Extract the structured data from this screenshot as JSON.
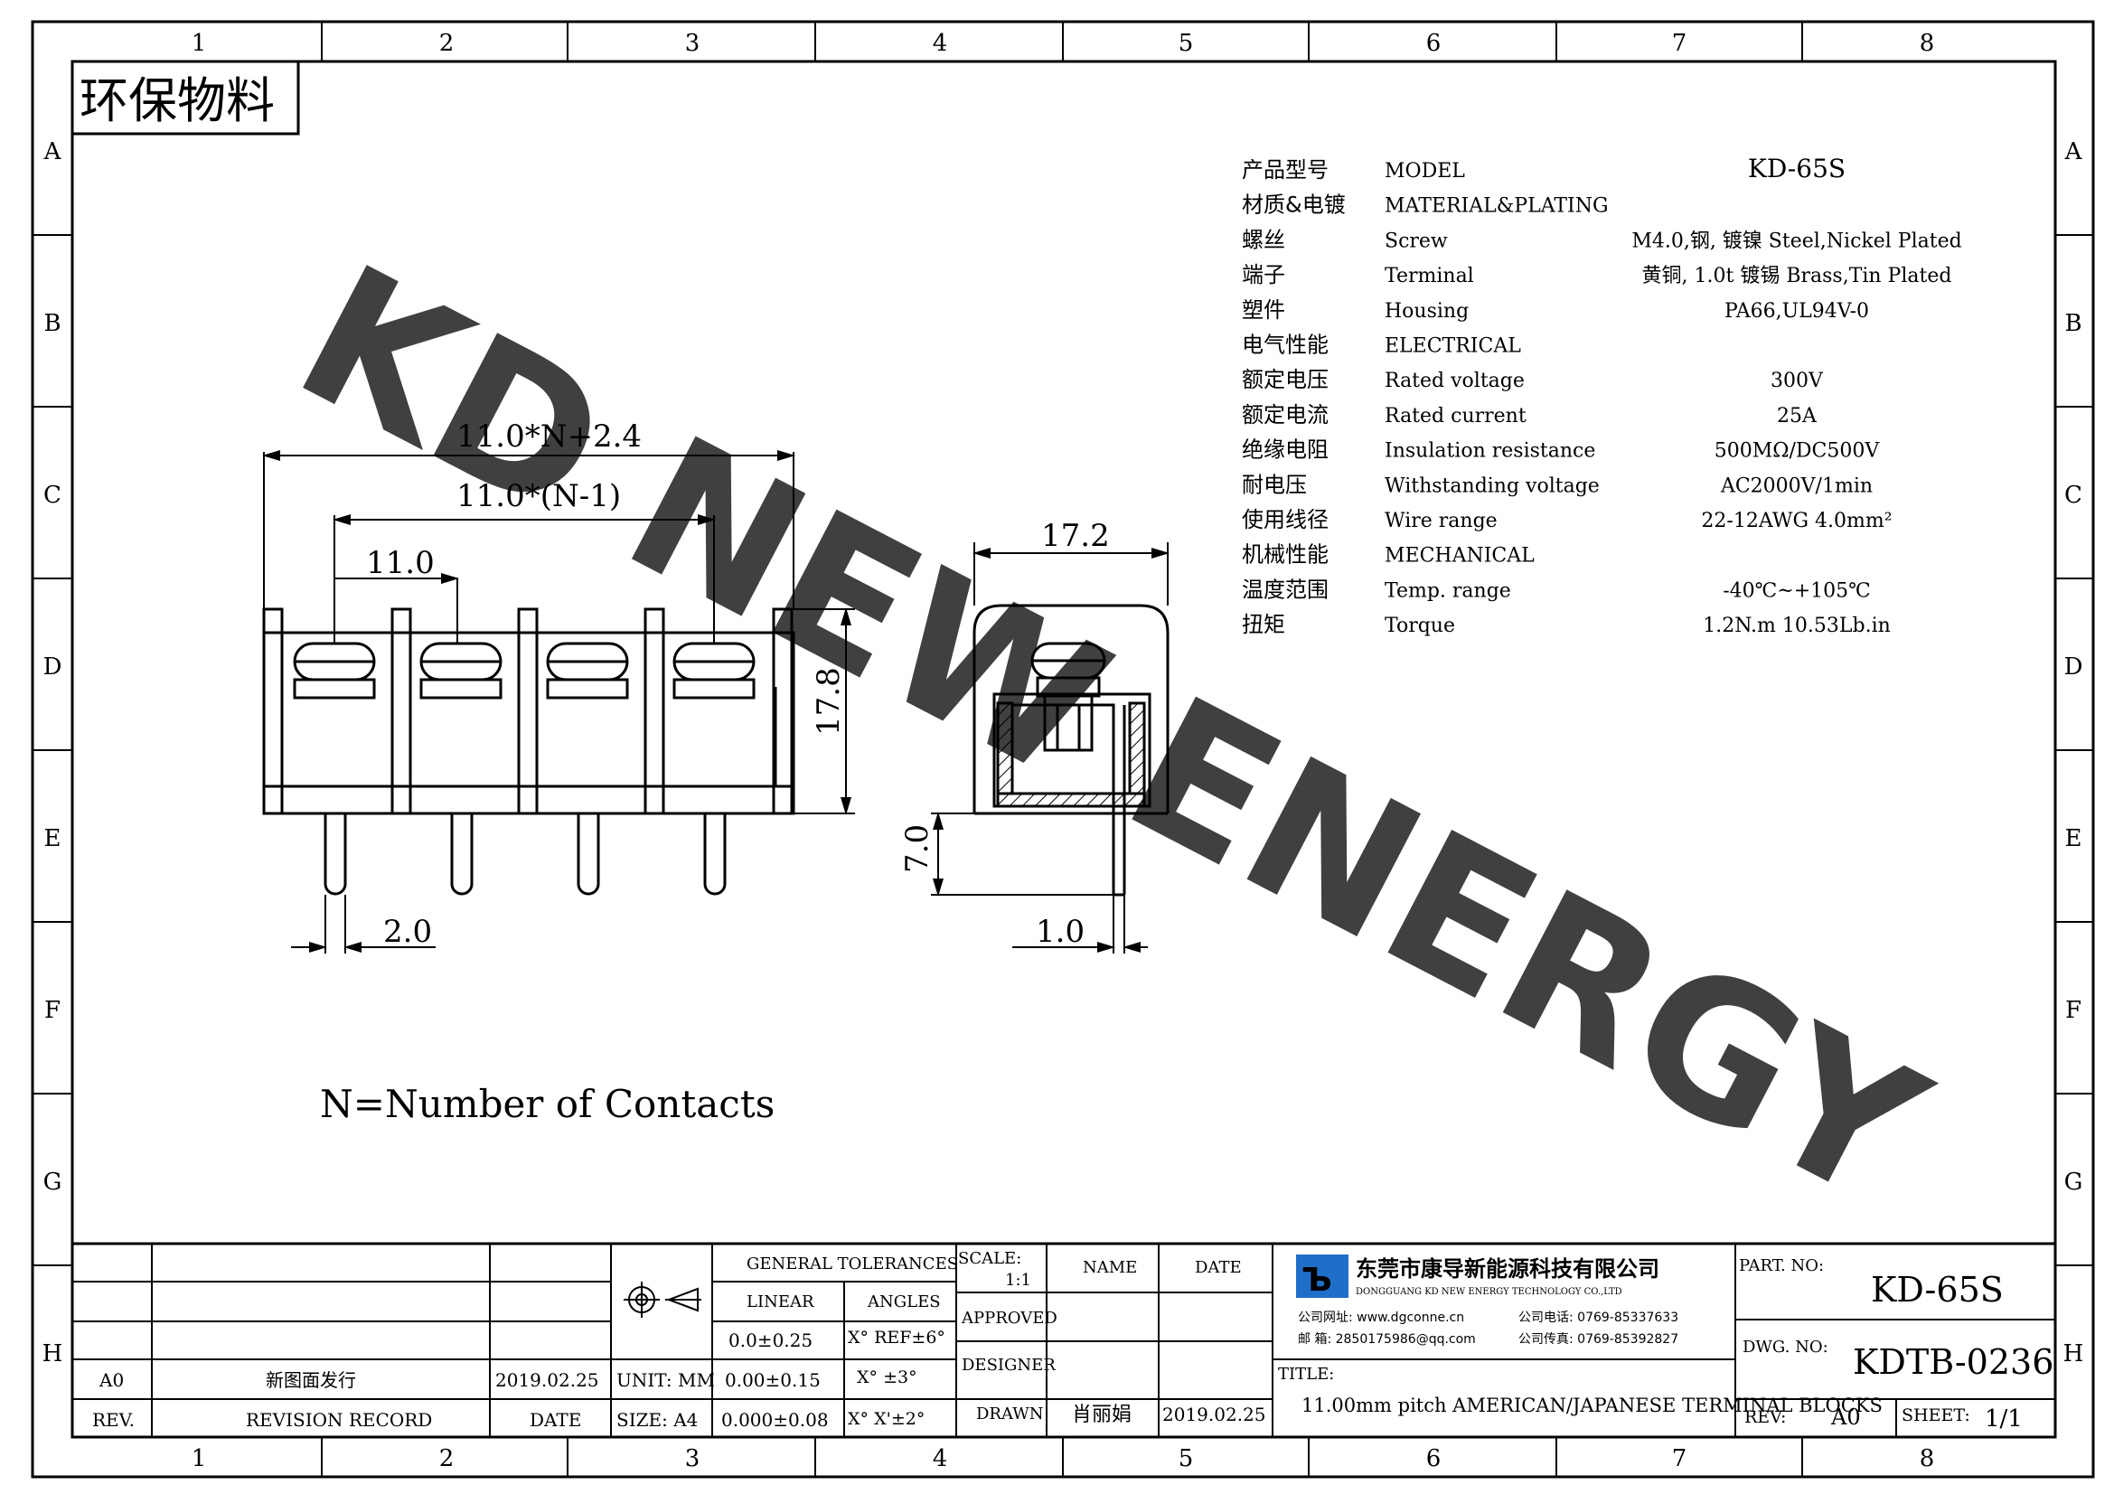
{
  "frame": {
    "columns": [
      "1",
      "2",
      "3",
      "4",
      "5",
      "6",
      "7",
      "8"
    ],
    "rows": [
      "A",
      "B",
      "C",
      "D",
      "E",
      "F",
      "G",
      "H"
    ]
  },
  "badge": "环保物料",
  "watermark": "KD NEW ENERGY",
  "spec_table": [
    {
      "cn": "产品型号",
      "en": "MODEL",
      "value": "KD-65S"
    },
    {
      "cn": "材质&电镀",
      "en": "MATERIAL&PLATING",
      "value": ""
    },
    {
      "cn": "螺丝",
      "en": "Screw",
      "value": "M4.0,钢, 镀镍 Steel,Nickel Plated"
    },
    {
      "cn": "端子",
      "en": "Terminal",
      "value": "黄铜, 1.0t 镀锡 Brass,Tin Plated"
    },
    {
      "cn": "塑件",
      "en": "Housing",
      "value": "PA66,UL94V-0"
    },
    {
      "cn": "电气性能",
      "en": "ELECTRICAL",
      "value": ""
    },
    {
      "cn": "额定电压",
      "en": "Rated voltage",
      "value": "300V"
    },
    {
      "cn": "额定电流",
      "en": "Rated current",
      "value": "25A"
    },
    {
      "cn": "绝缘电阻",
      "en": "Insulation resistance",
      "value": "500MΩ/DC500V"
    },
    {
      "cn": "耐电压",
      "en": "Withstanding voltage",
      "value": "AC2000V/1min"
    },
    {
      "cn": "使用线径",
      "en": "Wire range",
      "value": "22-12AWG 4.0mm²"
    },
    {
      "cn": "机械性能",
      "en": "MECHANICAL",
      "value": ""
    },
    {
      "cn": "温度范围",
      "en": "Temp. range",
      "value": "-40℃~+105℃"
    },
    {
      "cn": "扭矩",
      "en": "Torque",
      "value": "1.2N.m  10.53Lb.in"
    }
  ],
  "dimensions": {
    "overall": "11.0*N+2.4",
    "span": "11.0*(N-1)",
    "pitch": "11.0",
    "height": "17.8",
    "pin_width": "2.0",
    "side_width": "17.2",
    "pin_length": "7.0",
    "pin_thickness": "1.0"
  },
  "note": "N=Number of Contacts",
  "title_block": {
    "revisions": [
      {
        "rev": "A0",
        "record": "新图面发行",
        "date": "2019.02.25"
      }
    ],
    "rev_header": {
      "rev": "REV.",
      "record": "REVISION RECORD",
      "date": "DATE"
    },
    "unit": "UNIT: MM",
    "size": "SIZE: A4",
    "tolerance_title": "GENERAL TOLERANCES",
    "linear_label": "LINEAR",
    "angles_label": "ANGLES",
    "linear": [
      "0.0±0.25",
      "0.00±0.15",
      "0.000±0.08"
    ],
    "angles": [
      "X° REF±6°",
      "X° ±3°",
      "X° X'±2°"
    ],
    "scale_label": "SCALE:",
    "scale": "1:1",
    "name_label": "NAME",
    "date_label": "DATE",
    "approved": "APPROVED",
    "designer": "DESIGNER",
    "drawn": "DRAWN",
    "drawn_name": "肖丽娟",
    "drawn_date": "2019.02.25",
    "company_cn": "东莞市康导新能源科技有限公司",
    "company_en": "DONGGUANG KD NEW ENERGY TECHNOLOGY CO.,LTD",
    "website": "公司网址: www.dgconne.cn",
    "phone": "公司电话: 0769-85337633",
    "email": "邮    箱: 2850175986@qq.com",
    "fax": "公司传真: 0769-85392827",
    "title_label": "TITLE:",
    "title": "11.00mm pitch AMERICAN/JAPANESE TERMINAL BLOCKS",
    "part_no_label": "PART. NO:",
    "part_no": "KD-65S",
    "dwg_no_label": "DWG. NO:",
    "dwg_no": "KDTB-0236",
    "rev_label": "REV:",
    "rev": "A0",
    "sheet_label": "SHEET:",
    "sheet": "1/1"
  }
}
